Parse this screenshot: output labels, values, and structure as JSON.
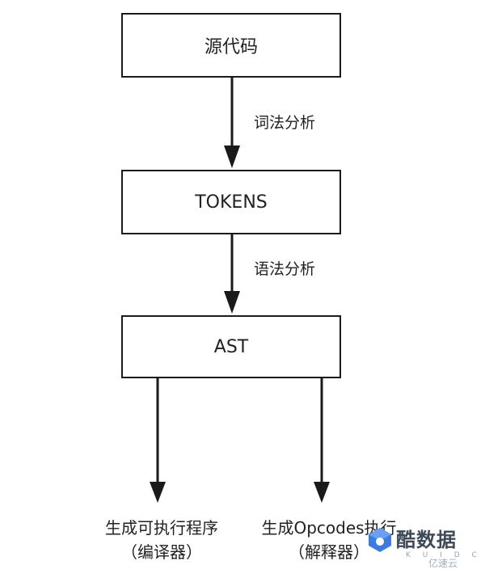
{
  "nodes": {
    "source": "源代码",
    "tokens": "TOKENS",
    "ast": "AST"
  },
  "edges": {
    "lexical": "词法分析",
    "syntax": "语法分析"
  },
  "outputs": {
    "compile_line1": "生成可执行程序",
    "compile_line2": "（编译器）",
    "opcode_line1": "生成Opcodes执行",
    "opcode_line2": "（解释器）"
  },
  "watermark": {
    "brand": "酷数据",
    "sub": "K U I D C",
    "secondary": "亿速云",
    "logo_icon": "kuidc-logo-icon"
  },
  "colors": {
    "stroke": "#1a1a1a",
    "text": "#222222",
    "watermark_blue": "#3d7be0"
  }
}
